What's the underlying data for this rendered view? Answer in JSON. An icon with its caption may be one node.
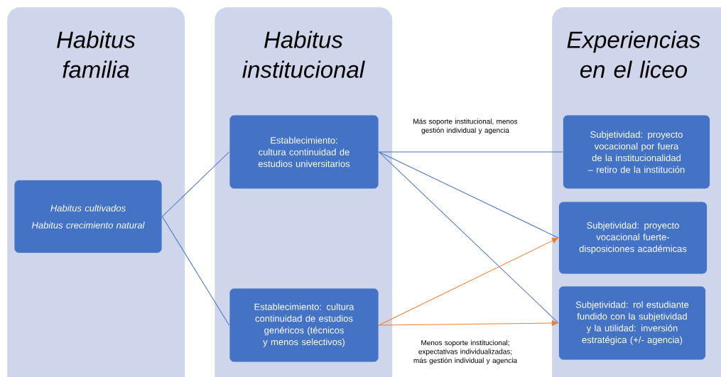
{
  "diagram": {
    "nodes": [
      {
        "text": [
          "Habitus familia"
        ]
      },
      {
        "text": [
          "Habitus institucional"
        ]
      },
      {
        "text": [
          "Experiencias en el liceo"
        ]
      },
      {
        "text": [
          "Habitus cultivados",
          "Habitus crecimiento natural"
        ],
        "in": 0
      },
      {
        "text": [
          "Establecimiento: cultura continuidad de estudios universitarios"
        ],
        "in": 1
      },
      {
        "text": [
          "Establecimiento: cultura continuidad de estudios genéricos (técnicos y menos selectivos)"
        ],
        "in": 1
      },
      {
        "text": [
          "Subjetividad: proyecto vocacional por fuera de la institucionalidad – retiro de la institución"
        ],
        "in": 2
      },
      {
        "text": [
          "Subjetividad: proyecto vocacional fuerte- disposiciones académicas"
        ],
        "in": 2
      },
      {
        "text": [
          "Subjetividad: rol estudiante fundido con la subjetividad y la utilidad: inversión estratégica (+/- agencia)"
        ],
        "in": 2
      }
    ],
    "edges": [
      {
        "from": 3,
        "to": 4,
        "arrow": "none"
      },
      {
        "from": 3,
        "to": 5,
        "arrow": "none"
      },
      {
        "from": 4,
        "to": 6,
        "arrow": "none",
        "label": "Más soporte institucional, menos gestión individual y agencia"
      },
      {
        "from": 4,
        "to": 7,
        "arrow": "none"
      },
      {
        "from": 4,
        "to": 8,
        "arrow": "none"
      },
      {
        "from": 5,
        "to": 7,
        "arrow": "to",
        "color": "#ed7d31"
      },
      {
        "from": 5,
        "to": 8,
        "arrow": "to",
        "color": "#ed7d31",
        "label": "Menos soporte institucional; expectativas individualizadas; más gestión individual y agencia"
      }
    ]
  }
}
